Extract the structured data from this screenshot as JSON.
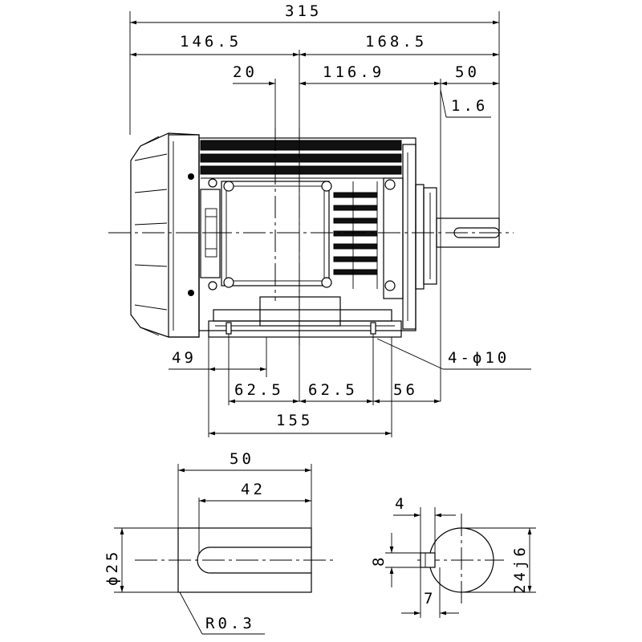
{
  "drawing": {
    "dimensions": {
      "overall_length": "315",
      "left_length": "146.5",
      "right_length": "168.5",
      "offset_20": "20",
      "dim_116_9": "116.9",
      "shaft_extension": "50",
      "gap": "1.6",
      "dim_49": "49",
      "foot_left": "62.5",
      "foot_right": "62.5",
      "dim_56": "56",
      "foot_span": "155",
      "holes": "4-ϕ10",
      "shaft_length": "50",
      "key_length": "42",
      "shaft_diameter": "ϕ25",
      "fillet": "R0.3",
      "key_width": "4",
      "key_height": "8",
      "key_depth": "7",
      "shaft_fit": "24j6"
    },
    "colors": {
      "line": "#000000",
      "background": "#ffffff"
    }
  }
}
